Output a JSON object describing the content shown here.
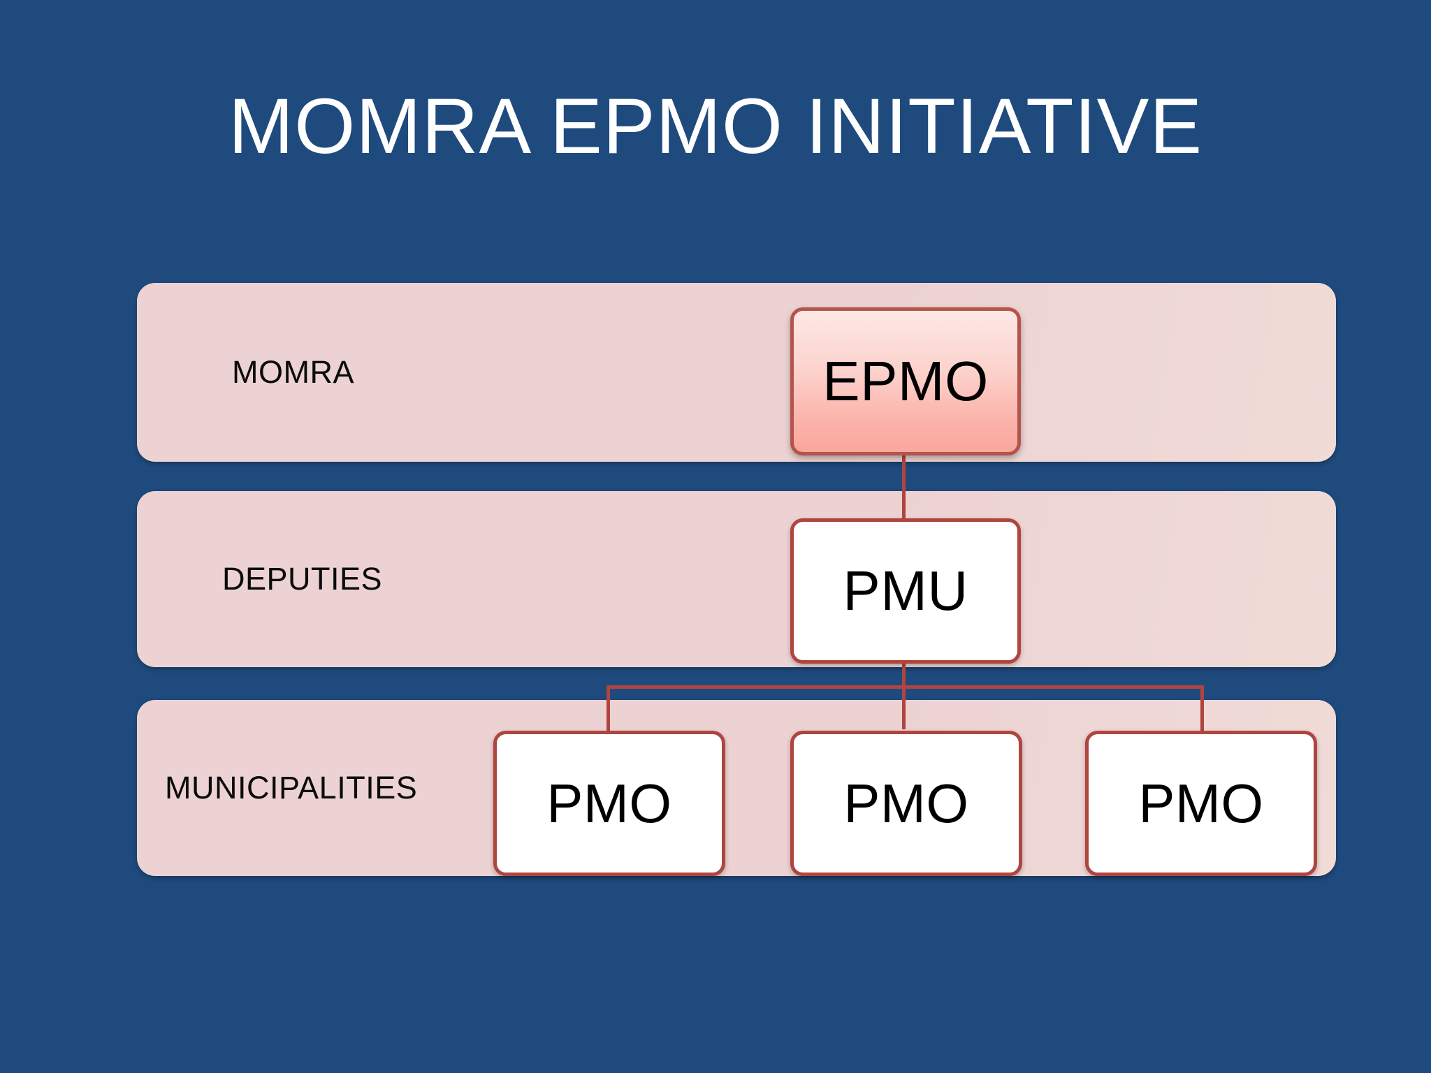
{
  "slide": {
    "title": "MOMRA EPMO INITIATIVE",
    "background_color": "#1f4a7d",
    "title_color": "#ffffff"
  },
  "colors": {
    "background": "#1f4a7d",
    "band_fill": "#ecd2d2",
    "connector": "#b04540",
    "node_border": "#b04540",
    "node_fill": "#ffffff",
    "highlight_node_fill_top": "#fde8e6",
    "highlight_node_fill_bottom": "#f9a79d",
    "text": "#000000"
  },
  "chart_data": {
    "type": "diagram",
    "title": "MOMRA EPMO INITIATIVE",
    "layout": "three-tier organizational hierarchy with swimlane bands",
    "rows": [
      {
        "label": "MOMRA",
        "nodes": [
          "EPMO"
        ]
      },
      {
        "label": "DEPUTIES",
        "nodes": [
          "PMU"
        ]
      },
      {
        "label": "MUNICIPALITIES",
        "nodes": [
          "PMO",
          "PMO",
          "PMO"
        ]
      }
    ],
    "edges": [
      {
        "from": "EPMO",
        "to": "PMU"
      },
      {
        "from": "PMU",
        "to": "PMO-1"
      },
      {
        "from": "PMU",
        "to": "PMO-2"
      },
      {
        "from": "PMU",
        "to": "PMO-3"
      }
    ]
  },
  "bands": [
    {
      "label": "MOMRA"
    },
    {
      "label": "DEPUTIES"
    },
    {
      "label": "MUNICIPALITIES"
    }
  ],
  "nodes": {
    "epmo": {
      "label": "EPMO"
    },
    "pmu": {
      "label": "PMU"
    },
    "pmo_1": {
      "label": "PMO"
    },
    "pmo_2": {
      "label": "PMO"
    },
    "pmo_3": {
      "label": "PMO"
    }
  }
}
